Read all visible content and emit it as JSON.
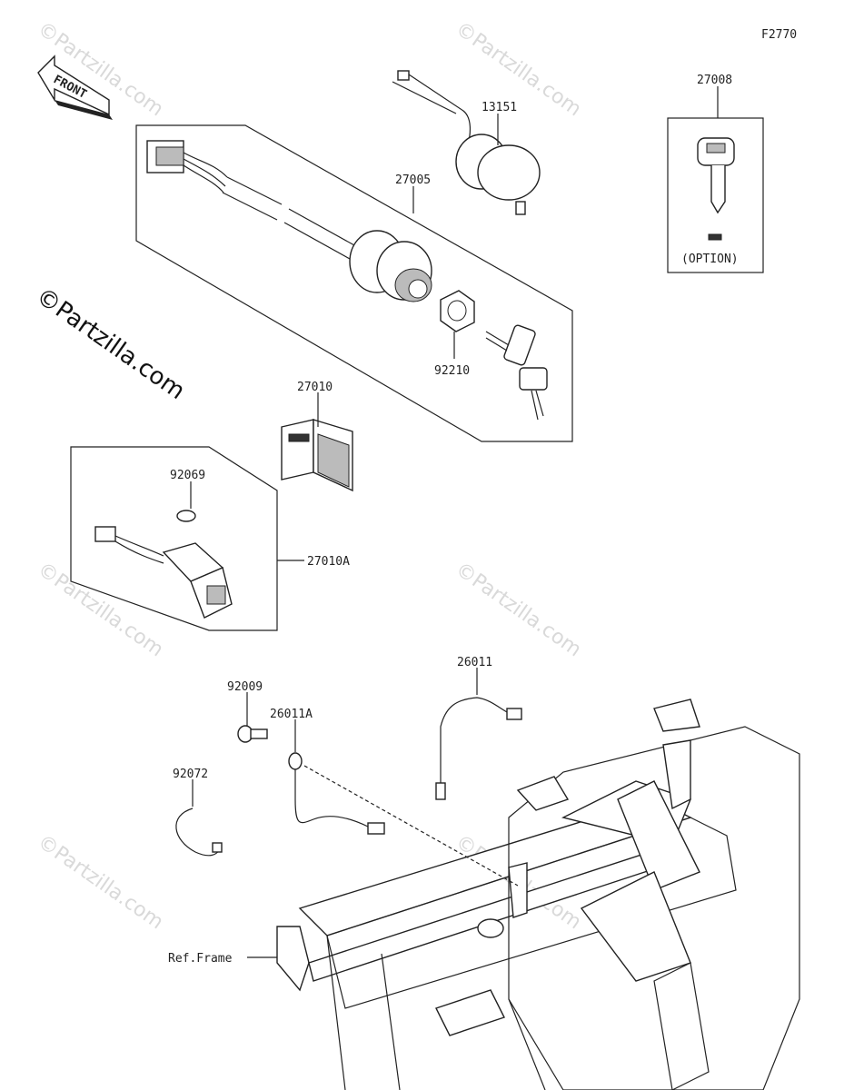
{
  "figure_code": "F2770",
  "front_label": "FRONT",
  "watermark": "©Partzilla.com",
  "parts": {
    "p13151": "13151",
    "p27005": "27005",
    "p27008": "27008",
    "p92210": "92210",
    "p27010": "27010",
    "p92069": "92069",
    "p27010a": "27010A",
    "p26011": "26011",
    "p92009": "92009",
    "p26011a": "26011A",
    "p92072": "92072",
    "ref_frame": "Ref.Frame"
  },
  "option_label": "(OPTION)"
}
